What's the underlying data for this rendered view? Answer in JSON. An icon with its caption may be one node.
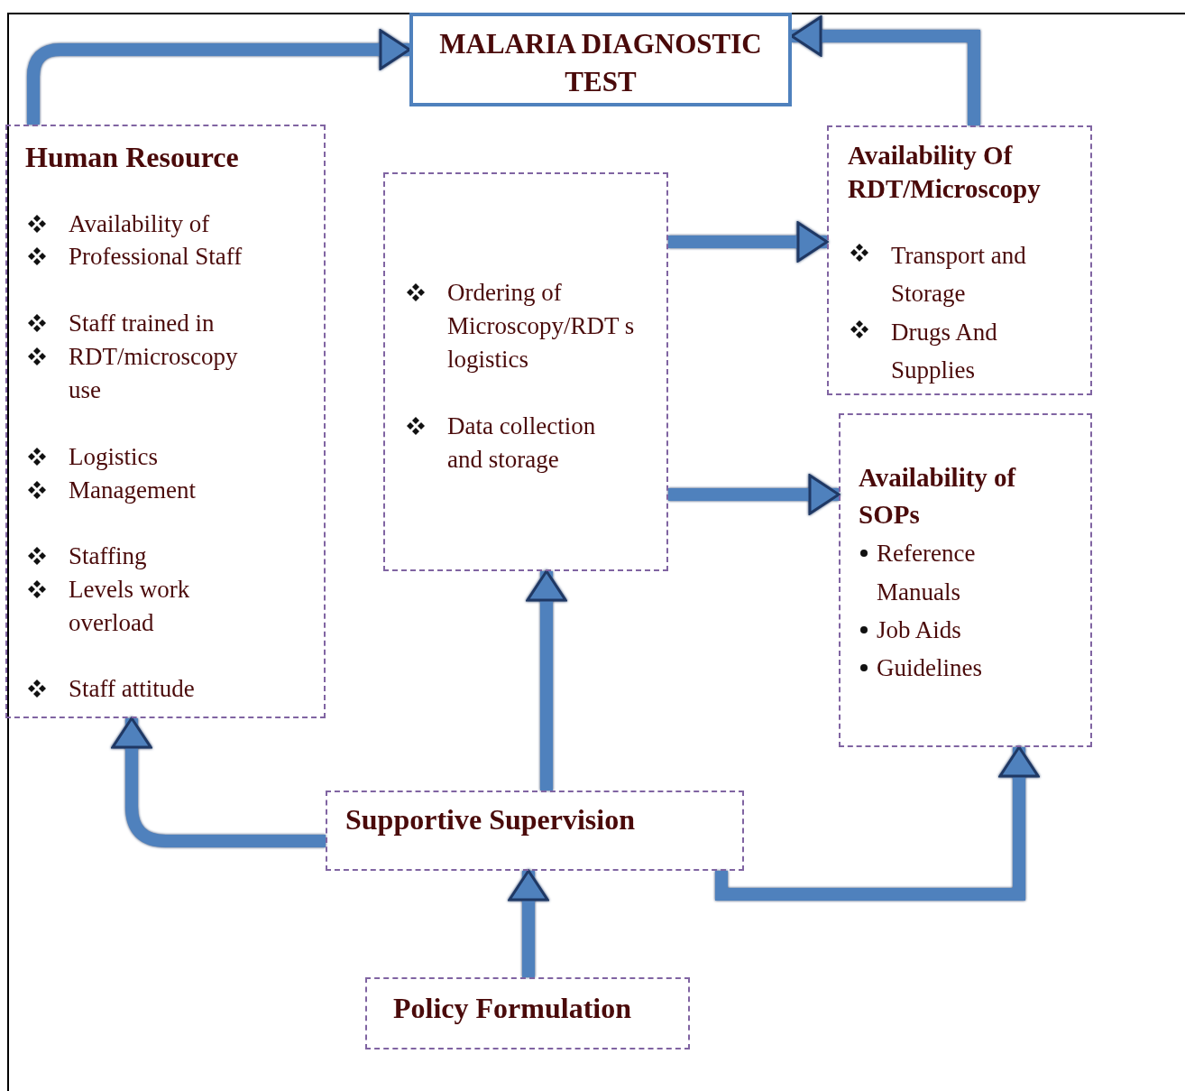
{
  "diagram": {
    "nodes": [
      {
        "text": [
          "MALARIA DIAGNOSTIC TEST"
        ]
      },
      {
        "text": [
          "Human Resource",
          "Availability of",
          "Professional Staff",
          "Staff trained in",
          "RDT/microscopy use",
          "Logistics",
          "Management",
          "Staffing",
          "Levels work overload",
          "Staff attitude"
        ]
      },
      {
        "text": [
          "Ordering of Microscopy/RDT s logistics",
          "Data collection and storage"
        ]
      },
      {
        "text": [
          "Availability Of RDT/Microscopy",
          "Transport and Storage",
          "Drugs And Supplies"
        ]
      },
      {
        "text": [
          "Availability of SOPs",
          "Reference Manuals",
          "Job Aids",
          "Guidelines"
        ]
      },
      {
        "text": [
          "Supportive Supervision"
        ]
      },
      {
        "text": [
          "Policy Formulation"
        ]
      }
    ],
    "edges": [
      {
        "from": 1,
        "to": 0,
        "arrow": "to"
      },
      {
        "from": 3,
        "to": 0,
        "arrow": "to"
      },
      {
        "from": 2,
        "to": 3,
        "arrow": "to"
      },
      {
        "from": 2,
        "to": 4,
        "arrow": "to"
      },
      {
        "from": 5,
        "to": 2,
        "arrow": "to"
      },
      {
        "from": 5,
        "to": 1,
        "arrow": "to"
      },
      {
        "from": 5,
        "to": 4,
        "arrow": "to"
      },
      {
        "from": 6,
        "to": 5,
        "arrow": "to"
      }
    ]
  }
}
